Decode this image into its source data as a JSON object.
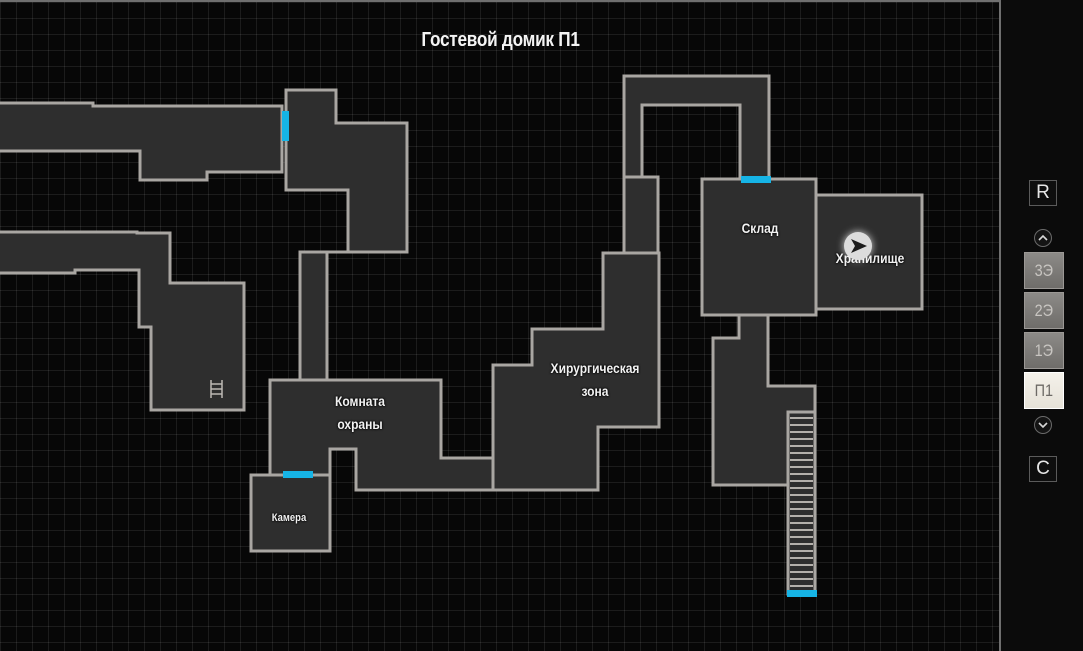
{
  "map": {
    "title": "Гостевой домик П1",
    "rooms": {
      "storage": "Склад",
      "vault": "Хранилище",
      "surgical_line1": "Хирургическая",
      "surgical_line2": "зона",
      "security_line1": "Комната",
      "security_line2": "охраны",
      "cell": "Камера"
    },
    "player_marker_icon": "player-arrow-icon"
  },
  "side_panel": {
    "reset_label": "R",
    "center_label": "C",
    "up_icon": "chevron-up-icon",
    "down_icon": "chevron-down-icon",
    "floors": [
      {
        "label": "3Э",
        "active": false
      },
      {
        "label": "2Э",
        "active": false
      },
      {
        "label": "1Э",
        "active": false
      },
      {
        "label": "П1",
        "active": true
      }
    ]
  },
  "colors": {
    "door": "#16b4e6",
    "room_fill": "#2e2e2e",
    "room_outline": "#a9a6a2",
    "active_floor": "#f4f1ea"
  }
}
